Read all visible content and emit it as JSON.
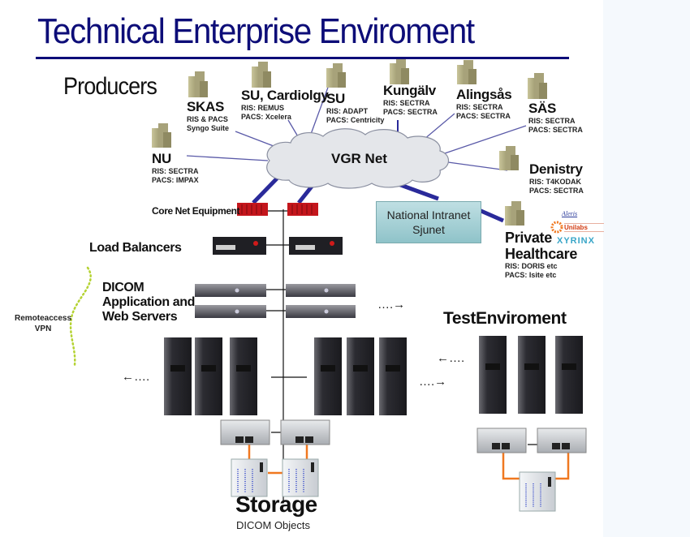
{
  "title": "Technical Enterprise Enviroment",
  "producers_heading": "Producers",
  "network": {
    "cloud_label": "VGR Net",
    "national_intranet": {
      "line1": "National Intranet",
      "line2": "Sjunet"
    },
    "core_equipment_label": "Core Net Equipment"
  },
  "producers": [
    {
      "name": "SKAS",
      "details": [
        "RIS & PACS",
        "Syngo Suite"
      ]
    },
    {
      "name": "SU, Cardiolgy",
      "details": [
        "RIS: REMUS",
        "PACS: Xcelera"
      ]
    },
    {
      "name": "SU",
      "details": [
        "RIS: ADAPT",
        "PACS: Centricity"
      ]
    },
    {
      "name": "Kungälv",
      "details": [
        "RIS: SECTRA",
        "PACS: SECTRA"
      ]
    },
    {
      "name": "Alingsås",
      "details": [
        "RIS: SECTRA",
        "PACS: SECTRA"
      ]
    },
    {
      "name": "SÄS",
      "details": [
        "RIS: SECTRA",
        "PACS: SECTRA"
      ]
    },
    {
      "name": "NU",
      "details": [
        "RIS: SECTRA",
        "PACS: IMPAX"
      ]
    },
    {
      "name": "Denistry",
      "details": [
        "RIS: T4KODAK",
        "PACS: SECTRA"
      ]
    },
    {
      "name": "Private Healthcare",
      "name_line1": "Private",
      "name_line2": "Healthcare",
      "details": [
        "RIS: DORIS etc",
        "PACS: Isite etc"
      ]
    }
  ],
  "private_logos": [
    "Aleris",
    "Unilabs",
    "XYRINX"
  ],
  "tiers": {
    "load_balancers": "Load Balancers",
    "dicom_line1": "DICOM",
    "dicom_line2": "Application and",
    "dicom_line3": "Web Servers"
  },
  "remote_access": {
    "line1": "Remoteaccess",
    "line2": "VPN"
  },
  "arrows": {
    "left": "←….",
    "right": "….→"
  },
  "test_env_label": "TestEnviroment",
  "storage": {
    "title": "Storage",
    "subtitle": "DICOM Objects"
  },
  "colors": {
    "title": "#0d0d78",
    "link_thick": "#2a2a9a",
    "link_thin": "#4a4aa0",
    "firewall": "#c4161c",
    "storage_link": "#f07820",
    "cloud": "#e4e6ea",
    "intranet_box": "#a9d3d8",
    "vpn_dots": "#b5d334"
  }
}
